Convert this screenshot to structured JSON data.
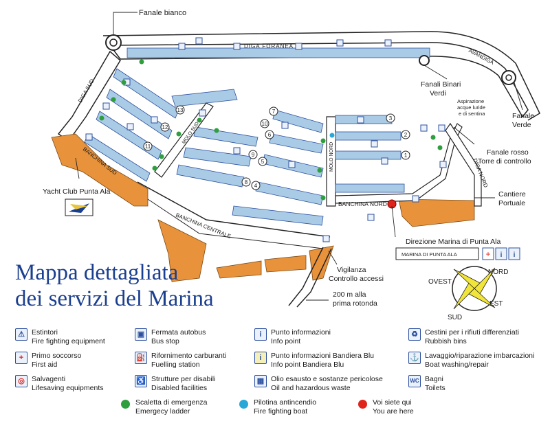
{
  "map_labels": {
    "fanale_bianco": "Fanale bianco",
    "diga_foranea": "DIGA FORANEA",
    "avandiga": "AVANDIGA",
    "fanali_binari": [
      "Fanali Binari",
      "Verdi"
    ],
    "fanale_verde": [
      "Fanale",
      "Verde"
    ],
    "aspirazione": [
      "Aspirazione",
      "acque luride",
      "e di sentina"
    ],
    "fanale_rosso": [
      "Fanale rosso",
      "Torre di controllo"
    ],
    "diga_nord": "DIGA NORD",
    "diga_sud": "DIGA SUD",
    "molo_sud": "MOLO SUD",
    "molo_nord": "MOLO NORD",
    "banchina_sud": "BANCHINA SUD",
    "banchina_nord": "BANCHINA NORD",
    "banchina_centrale": "BANCHINA CENTRALE",
    "yacht_club": "Yacht Club Punta Ala",
    "cantiere": [
      "Cantiere",
      "Portuale"
    ],
    "direzione": "Direzione Marina di Punta Ala",
    "marina_sign": "MARINA DI PUNTA ALA",
    "vigilanza": [
      "Vigilanza",
      "Controllo accessi"
    ],
    "rotonda": [
      "200 m alla",
      "prima rotonda"
    ],
    "pier_numbers": [
      "1",
      "2",
      "3",
      "4",
      "5",
      "6",
      "7",
      "8",
      "9",
      "10",
      "11",
      "12",
      "13"
    ]
  },
  "compass": {
    "north": "NORD",
    "south": "SUD",
    "east": "EST",
    "west": "OVEST"
  },
  "title": {
    "line1": "Mappa dettagliata",
    "line2": "dei servizi del Marina"
  },
  "legend": [
    {
      "icon": "fire-extinguisher-icon",
      "glyph": "⚠",
      "it": "Estintori",
      "en": "Fire fighting equipment"
    },
    {
      "icon": "first-aid-icon",
      "glyph": "+",
      "it": "Primo soccorso",
      "en": "First aid"
    },
    {
      "icon": "lifebuoy-icon",
      "glyph": "◎",
      "it": "Salvagenti",
      "en": "Lifesaving equipments"
    },
    {
      "icon": "bus-icon",
      "glyph": "▣",
      "it": "Fermata autobus",
      "en": "Bus stop"
    },
    {
      "icon": "fuel-icon",
      "glyph": "⛽",
      "it": "Rifornimento carburanti",
      "en": "Fuelling station"
    },
    {
      "icon": "wheelchair-icon",
      "glyph": "♿",
      "it": "Strutture per disabili",
      "en": "Disabled facilities"
    },
    {
      "icon": "info-icon",
      "glyph": "i",
      "it": "Punto informazioni",
      "en": "Info point"
    },
    {
      "icon": "blue-flag-info-icon",
      "glyph": "i",
      "it": "Punto informazioni Bandiera Blu",
      "en": "Info point Bandiera Blu"
    },
    {
      "icon": "oil-waste-icon",
      "glyph": "▦",
      "it": "Olio esausto e sostanze pericolose",
      "en": "Oil and hazardous waste"
    },
    {
      "icon": "recycle-bin-icon",
      "glyph": "♻",
      "it": "Cestini per i rifiuti differenziati",
      "en": "Rubbish bins"
    },
    {
      "icon": "boat-wash-icon",
      "glyph": "⚓",
      "it": "Lavaggio/riparazione imbarcazioni",
      "en": "Boat washing/repair"
    },
    {
      "icon": "toilet-icon",
      "glyph": "WC",
      "it": "Bagni",
      "en": "Toilets"
    }
  ],
  "dot_legend": [
    {
      "name": "emergency-ladder-dot",
      "color": "#2e9e3e",
      "it": "Scaletta di emergenza",
      "en": "Emergecy ladder"
    },
    {
      "name": "fire-boat-dot",
      "color": "#2aa7d6",
      "it": "Pilotina antincendio",
      "en": "Fire fighting boat"
    },
    {
      "name": "you-are-here-dot",
      "color": "#e0231b",
      "it": "Voi siete qui",
      "en": "You are here"
    }
  ],
  "colors": {
    "title": "#1b3f8f",
    "quay": "#e8923c",
    "berths": "#a9cbe6",
    "icon_border": "#2c4f9e"
  }
}
